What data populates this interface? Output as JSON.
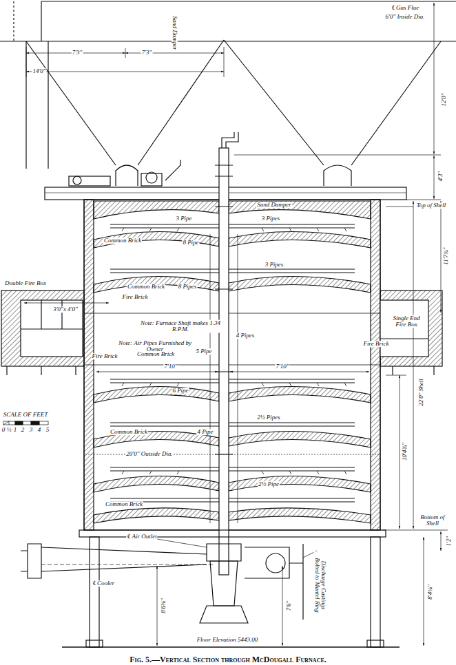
{
  "diagram": {
    "caption": "Fig. 5.—Vertical Section through McDougall Furnace.",
    "labels": [
      "℄ Gas Flue",
      "6'0\" Inside Dia.",
      "7'3\"",
      "7'3\"",
      "14'0\"",
      "12'0\"",
      "Sand Damper",
      "4'3\"",
      "Sand Damper",
      "Top of Shell",
      "3 Pipe",
      "3 Pipes",
      "Common Brick",
      "8 Pipe",
      "11'7¾\"",
      "3 Pipes",
      "Double Fire Box",
      "Common Brick",
      "8 Pipes",
      "Fire Brick",
      "3'0\"x 4'0\"",
      "Note: Furnace Shaft makes 1.34 R.P.M.",
      "4 Pipes",
      "Note: Air Pipes Furnished by Owner",
      "Single End Fire Box",
      "Fire Brick",
      "5 Pipe",
      "Fire Brick",
      "Common Brick",
      "7'10\"",
      "7'10\"",
      "6 Pipe",
      "22'0\" Shell",
      "SCALE OF FEET",
      "0",
      "½",
      "1",
      "2",
      "3",
      "4",
      "5",
      "2½ Pipes",
      "Common Brick",
      "4 Pipe",
      "10'4¾\"",
      "20'0\" Outside Dia.",
      "2½ Pipe",
      "Common Brick",
      "℄ Air Outlet",
      "Bottom of Shell",
      "1'2\"",
      "℄ Cooler",
      "Discharge Castings Bolted to Mantel Ring",
      "8'4¼\"",
      "8'6⅜\"",
      "7'6\"",
      "Floor Elevation 5443.00"
    ]
  }
}
